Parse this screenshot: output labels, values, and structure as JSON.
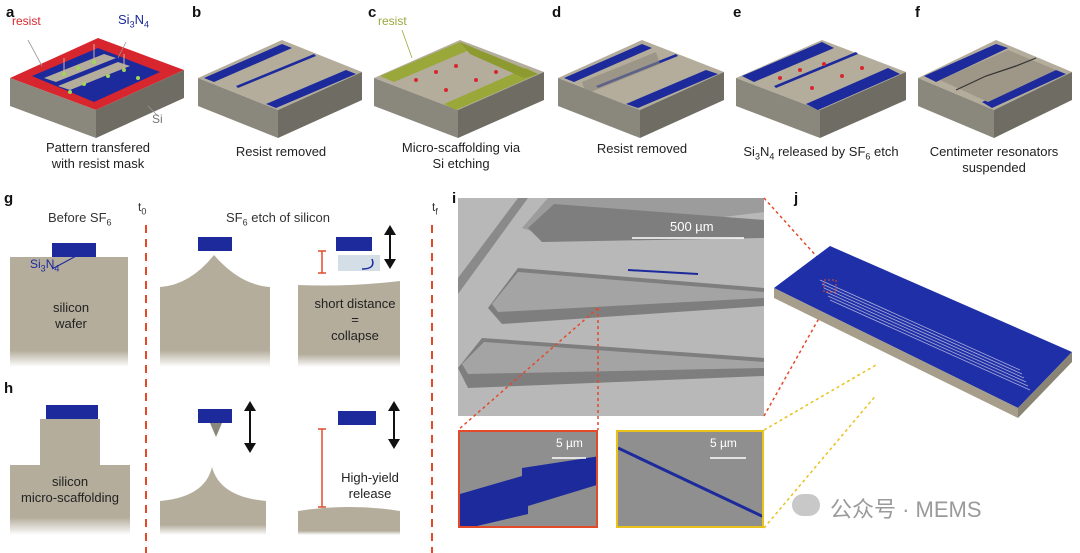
{
  "panels": {
    "a": {
      "label": "a",
      "caption_l1": "Pattern transfered",
      "caption_l2": "with resist mask",
      "resist": "resist",
      "si3n4_pre": "Si",
      "si3n4_sub1": "3",
      "si3n4_mid": "N",
      "si3n4_sub2": "4",
      "si": "Si"
    },
    "b": {
      "label": "b",
      "caption": "Resist removed"
    },
    "c": {
      "label": "c",
      "caption_l1": "Micro-scaffolding via",
      "caption_l2": "Si etching",
      "resist": "resist"
    },
    "d": {
      "label": "d",
      "caption": "Resist removed"
    },
    "e": {
      "label": "e",
      "caption_pre": "Si",
      "caption_sub1": "3",
      "caption_mid": "N",
      "caption_sub2": "4",
      "caption_post": " released by SF",
      "caption_sub3": "6",
      "caption_end": " etch"
    },
    "f": {
      "label": "f",
      "caption_l1": "Centimeter resonators",
      "caption_l2": "suspended"
    },
    "g": {
      "label": "g",
      "before_pre": "Before SF",
      "before_sub": "6",
      "si3n4_pre": "Si",
      "si3n4_sub1": "3",
      "si3n4_mid": "N",
      "si3n4_sub2": "4",
      "wafer_l1": "silicon",
      "wafer_l2": "wafer",
      "t0": "t",
      "t0_sub": "0",
      "tf": "t",
      "tf_sub": "f",
      "etch_pre": "SF",
      "etch_sub": "6",
      "etch_post": " etch of silicon",
      "short_l1": "short distance",
      "short_l2": "=",
      "short_l3": "collapse"
    },
    "h": {
      "label": "h",
      "scaffold_l1": "silicon",
      "scaffold_l2": "micro-scaffolding",
      "yield_l1": "High-yield",
      "yield_l2": "release"
    },
    "i": {
      "label": "i",
      "scale_main": "500 µm",
      "scale_inset1": "5 µm",
      "scale_inset2": "5 µm"
    },
    "j": {
      "label": "j"
    }
  },
  "watermark": {
    "text": "公众号 · MEMS"
  },
  "colors": {
    "nitride": "#1c2a9c",
    "resist": "#d8262e",
    "resist_green": "#9aa83a",
    "silicon": "#b4ad9c",
    "silicon_dark": "#6c6a60",
    "dash_red": "#e24a2a",
    "dash_yellow": "#e8c21a"
  }
}
